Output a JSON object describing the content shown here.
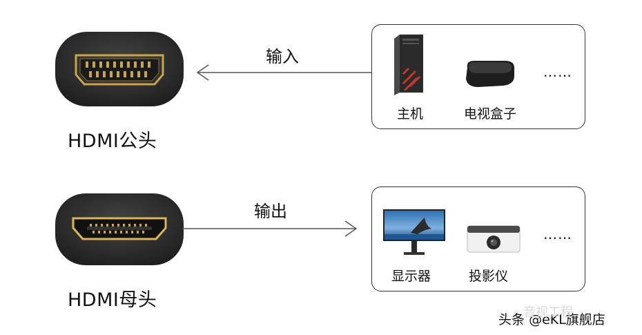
{
  "connectors": [
    {
      "label": "HDMI公头"
    },
    {
      "label": "HDMI母头"
    }
  ],
  "arrows": [
    {
      "label": "输入",
      "direction": "left"
    },
    {
      "label": "输出",
      "direction": "right"
    }
  ],
  "devices": {
    "input": {
      "items": [
        "主机",
        "电视盒子"
      ],
      "more": "……"
    },
    "output": {
      "items": [
        "显示器",
        "投影仪"
      ],
      "more": "……"
    }
  },
  "watermark": {
    "prefix": "头条",
    "overlay": "音视工程",
    "text": "@eKL旗舰店"
  },
  "colors": {
    "connector_shell": "#2b2b2b",
    "gold": "#c9a54a",
    "line": "#555555"
  }
}
